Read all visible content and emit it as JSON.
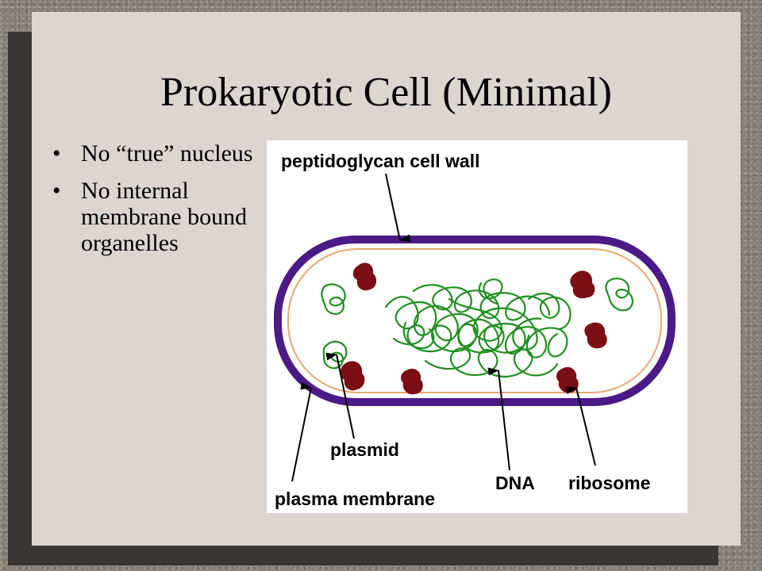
{
  "slide": {
    "title": "Prokaryotic Cell (Minimal)",
    "bullets": [
      {
        "marker": "•",
        "text": "No “true” nucleus"
      },
      {
        "marker": "•",
        "text": "No internal membrane bound organelles"
      }
    ]
  },
  "diagram": {
    "labels": {
      "cell_wall": "peptidoglycan cell wall",
      "plasmid": "plasmid",
      "dna": "DNA",
      "ribosome": "ribosome",
      "plasma_membrane": "plasma membrane"
    },
    "colors": {
      "cell_wall": "#4b1a87",
      "plasma_membrane": "#e8a870",
      "dna": "#1f8f1f",
      "plasmid": "#1f8f1f",
      "ribosome": "#7a0e14"
    }
  }
}
